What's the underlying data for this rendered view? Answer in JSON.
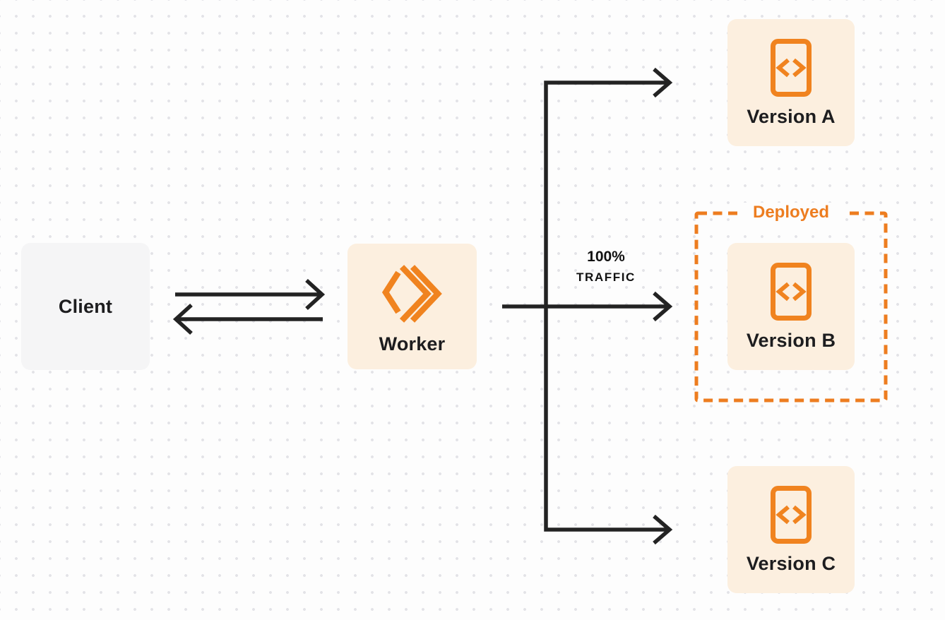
{
  "diagram": {
    "title_implicit": "Worker traffic routing between deployed versions",
    "client": {
      "label": "Client"
    },
    "worker": {
      "label": "Worker",
      "icon": "worker-double-chevron-icon"
    },
    "versions": [
      {
        "label": "Version A",
        "icon": "code-file-icon"
      },
      {
        "label": "Version B",
        "icon": "code-file-icon",
        "status": "Deployed"
      },
      {
        "label": "Version C",
        "icon": "code-file-icon"
      }
    ],
    "deployed_badge": {
      "label": "Deployed"
    },
    "traffic_annotation": {
      "line1": "100%",
      "line2": "TRAFFIC"
    },
    "edges": [
      {
        "from": "Client",
        "to": "Worker",
        "type": "arrow-right"
      },
      {
        "from": "Worker",
        "to": "Client",
        "type": "arrow-left"
      },
      {
        "from": "Worker",
        "to": "Version A",
        "type": "arrow"
      },
      {
        "from": "Worker",
        "to": "Version B",
        "type": "arrow",
        "label": "100% TRAFFIC"
      },
      {
        "from": "Worker",
        "to": "Version C",
        "type": "arrow"
      }
    ],
    "colors": {
      "accent_orange": "#f0831f",
      "deployed_orange": "#ed7d20",
      "box_peach": "#fcefdf",
      "box_gray": "#f5f5f6",
      "arrow_dark": "#232323",
      "background": "#fdfdfd",
      "dot_grid": "#e3e3e7",
      "text_dark": "#1d1d1f"
    }
  }
}
